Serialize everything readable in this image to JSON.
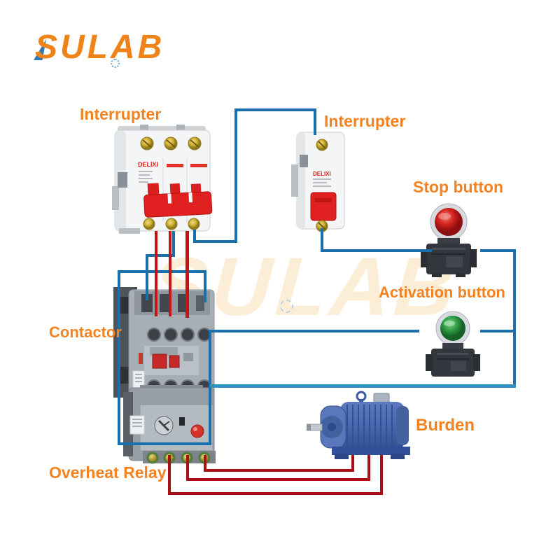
{
  "page": {
    "background": "#ffffff"
  },
  "logo": {
    "text": "SULAB",
    "color": "#ef8318",
    "accent_color": "#2f79b8"
  },
  "watermark": {
    "text": "SULAB",
    "color": "#fceed6"
  },
  "labels": {
    "color": "#f5821f",
    "interrupter_main": "Interrupter",
    "interrupter_aux": "Interrupter",
    "stop": "Stop button",
    "activation": "Activation button",
    "contactor": "Contactor",
    "overheat": "Overheat Relay",
    "burden": "Burden"
  },
  "devices": {
    "breaker3": {
      "brand": "DELIXI"
    },
    "breaker1": {
      "brand": "DELIXI"
    }
  },
  "wire_colors": {
    "blue": "#1a6fad",
    "teal": "#2e93c3",
    "red": "#c41414",
    "dark_red": "#a91016"
  }
}
